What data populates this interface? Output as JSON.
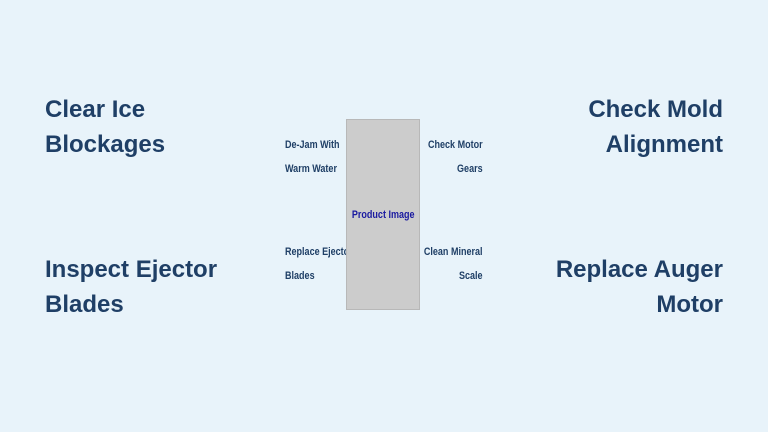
{
  "callouts": {
    "top_left": [
      "Clear Ice",
      "Blockages"
    ],
    "top_right": [
      "Check Mold",
      "Alignment"
    ],
    "bottom_left": [
      "Inspect Ejector",
      "Blades"
    ],
    "bottom_right": [
      "Replace Auger",
      "Motor"
    ]
  },
  "labels": {
    "upper_left": [
      "De-Jam With",
      "Warm Water"
    ],
    "upper_right": [
      "Check Motor",
      "Gears"
    ],
    "lower_left": [
      "Replace Ejector",
      "Blades"
    ],
    "lower_right": [
      "Clean Mineral",
      "Scale"
    ]
  },
  "product": {
    "placeholder": "Product Image"
  }
}
